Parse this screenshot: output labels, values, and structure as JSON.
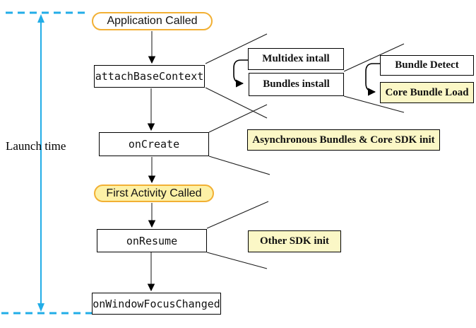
{
  "axis": {
    "label": "Launch time",
    "color": "#22ADE7"
  },
  "flow": {
    "application_called": "Application Called",
    "attach_base_context": "attachBaseContext",
    "on_create": "onCreate",
    "first_activity_called": "First Activity Called",
    "on_resume": "onResume",
    "on_window_focus_changed": "onWindowFocusChanged"
  },
  "details": {
    "multidex_install": "Multidex intall",
    "bundles_install": "Bundles install",
    "bundle_detect": "Bundle Detect",
    "core_bundle_load": "Core Bundle Load",
    "async_bundles_core_sdk": "Asynchronous Bundles & Core SDK init",
    "other_sdk_init": "Other SDK init"
  },
  "colors": {
    "accent_cyan": "#22ADE7",
    "pill_border_orange": "#F2B034",
    "pill_fill_yellow": "#FDF1A6",
    "box_fill_yellow": "#FBF7C6",
    "arrow_stem_gray": "#555555"
  }
}
